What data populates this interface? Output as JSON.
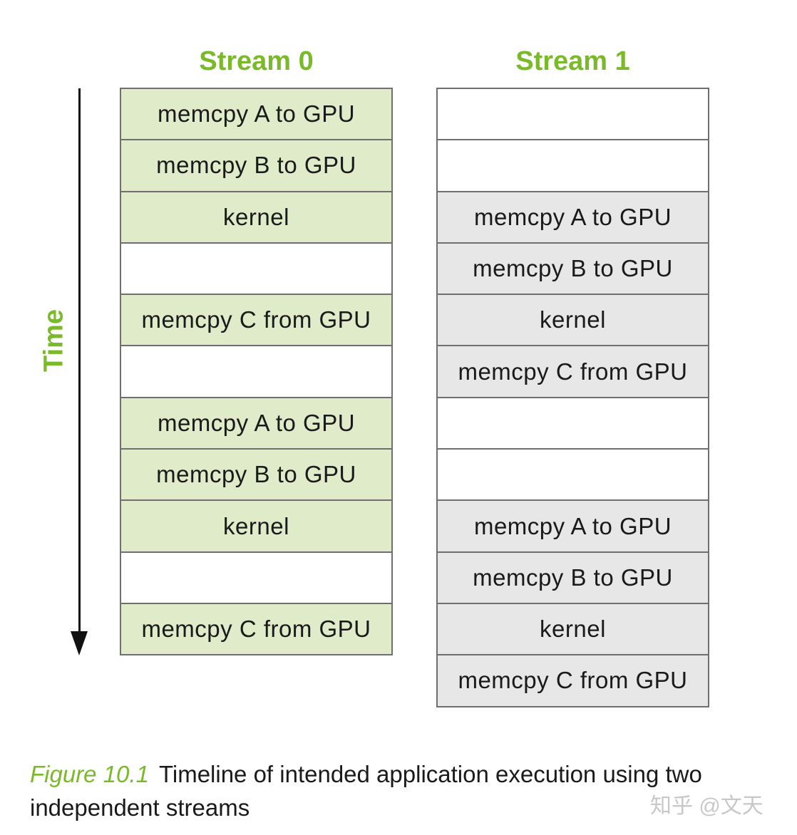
{
  "streams": [
    {
      "title": "Stream 0",
      "fill_color": "#dfebc9",
      "cells": [
        "memcpy A to GPU",
        "memcpy B to GPU",
        "kernel",
        "",
        "memcpy C from GPU",
        "",
        "memcpy A to GPU",
        "memcpy B to GPU",
        "kernel",
        "",
        "memcpy C from GPU"
      ]
    },
    {
      "title": "Stream 1",
      "fill_color": "#e7e7e7",
      "cells": [
        "",
        "",
        "memcpy A to GPU",
        "memcpy B to GPU",
        "kernel",
        "memcpy C from GPU",
        "",
        "",
        "memcpy A to GPU",
        "memcpy B to GPU",
        "kernel",
        "memcpy C from GPU"
      ]
    }
  ],
  "time_axis": {
    "label": "Time"
  },
  "caption": {
    "figure_label": "Figure 10.1",
    "text": "Timeline of intended application execution using two independent streams"
  },
  "watermark": "知乎 @文天",
  "colors": {
    "accent_green": "#7ab929",
    "border": "#6f6f6f"
  }
}
